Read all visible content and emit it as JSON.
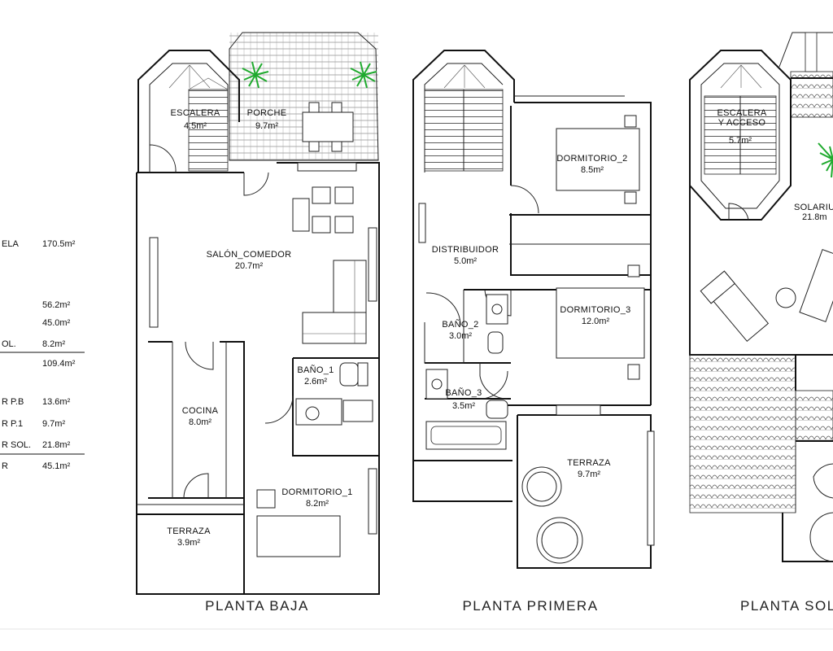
{
  "plans": [
    {
      "id": "planta-baja",
      "title": "PLANTA BAJA",
      "rooms": [
        {
          "id": "escalera",
          "name": "ESCALERA",
          "area": "4.5m²"
        },
        {
          "id": "porche",
          "name": "PORCHE",
          "area": "9.7m²"
        },
        {
          "id": "salon-comedor",
          "name": "SALÓN_COMEDOR",
          "area": "20.7m²"
        },
        {
          "id": "bano-1",
          "name": "BAÑO_1",
          "area": "2.6m²"
        },
        {
          "id": "cocina",
          "name": "COCINA",
          "area": "8.0m²"
        },
        {
          "id": "dormitorio-1",
          "name": "DORMITORIO_1",
          "area": "8.2m²"
        },
        {
          "id": "terraza",
          "name": "TERRAZA",
          "area": "3.9m²"
        }
      ]
    },
    {
      "id": "planta-primera",
      "title": "PLANTA PRIMERA",
      "rooms": [
        {
          "id": "dormitorio-2",
          "name": "DORMITORIO_2",
          "area": "8.5m²"
        },
        {
          "id": "distribuidor",
          "name": "DISTRIBUIDOR",
          "area": "5.0m²"
        },
        {
          "id": "dormitorio-3",
          "name": "DORMITORIO_3",
          "area": "12.0m²"
        },
        {
          "id": "bano-2",
          "name": "BAÑO_2",
          "area": "3.0m²"
        },
        {
          "id": "bano-3",
          "name": "BAÑO_3",
          "area": "3.5m²"
        },
        {
          "id": "terraza",
          "name": "TERRAZA",
          "area": "9.7m²"
        }
      ]
    },
    {
      "id": "planta-solarium",
      "title": "PLANTA SOL",
      "rooms": [
        {
          "id": "escalera-acceso",
          "name": "ESCALERA",
          "name2": "Y ACCESO",
          "area": "5.7m²"
        },
        {
          "id": "solarium",
          "name": "SOLARIU",
          "area": "21.8m"
        }
      ]
    }
  ],
  "summary": [
    {
      "label": "ELA",
      "value": "170.5m²"
    },
    {
      "label": "",
      "value": "56.2m²"
    },
    {
      "label": "",
      "value": "45.0m²"
    },
    {
      "label": "OL.",
      "value": "8.2m²"
    },
    {
      "label": "",
      "value": "109.4m²"
    },
    {
      "label": "R  P.B",
      "value": "13.6m²"
    },
    {
      "label": "R  P.1",
      "value": "9.7m²"
    },
    {
      "label": "R  SOL.",
      "value": "21.8m²"
    },
    {
      "label": "R",
      "value": "45.1m²"
    }
  ]
}
